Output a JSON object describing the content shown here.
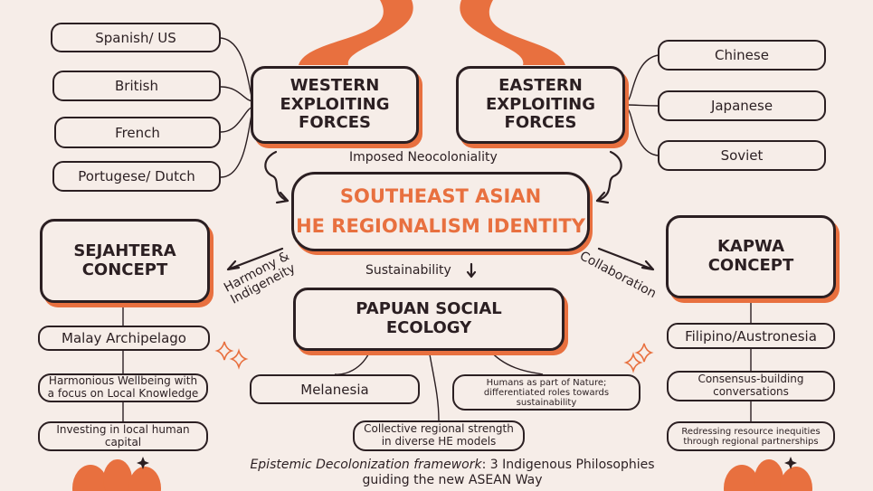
{
  "center": {
    "line1": "SOUTHEAST ASIAN",
    "line2": "HE REGIONALISM IDENTITY"
  },
  "western": {
    "lines": [
      "WESTERN",
      "EXPLOITING",
      "FORCES"
    ],
    "items": [
      "Spanish/ US",
      "British",
      "French",
      "Portugese/ Dutch"
    ]
  },
  "eastern": {
    "lines": [
      "EASTERN",
      "EXPLOITING",
      "FORCES"
    ],
    "items": [
      "Chinese",
      "Japanese",
      "Soviet"
    ]
  },
  "imposed_label": "Imposed Neocoloniality",
  "sustainability_label": "Sustainability",
  "harmony_label": [
    "Harmony &",
    "Indigeneity"
  ],
  "collaboration_label": "Collaboration",
  "sejahtera": {
    "lines": [
      "SEJAHTERA",
      "CONCEPT"
    ],
    "items": [
      "Malay Archipelago",
      "Harmonious Wellbeing with a focus on Local Knowledge",
      "Investing in local human capital"
    ]
  },
  "papuan": {
    "lines": [
      "PAPUAN SOCIAL",
      "ECOLOGY"
    ],
    "items": [
      "Melanesia",
      "Collective regional strength in diverse HE models",
      "Humans as part of Nature; differentiated roles towards sustainability"
    ]
  },
  "kapwa": {
    "lines": [
      "KAPWA",
      "CONCEPT"
    ],
    "items": [
      "Filipino/Austronesia",
      "Consensus-building conversations",
      "Redressing resource inequities through regional partnerships"
    ]
  },
  "caption": {
    "emph": "Epistemic Decolonization framework",
    "rest": ": 3 Indigenous Philosophies",
    "line2": "guiding the new ASEAN Way"
  },
  "colors": {
    "accent": "#e8703f",
    "ink": "#2b1f22",
    "background": "#f6ede8"
  }
}
